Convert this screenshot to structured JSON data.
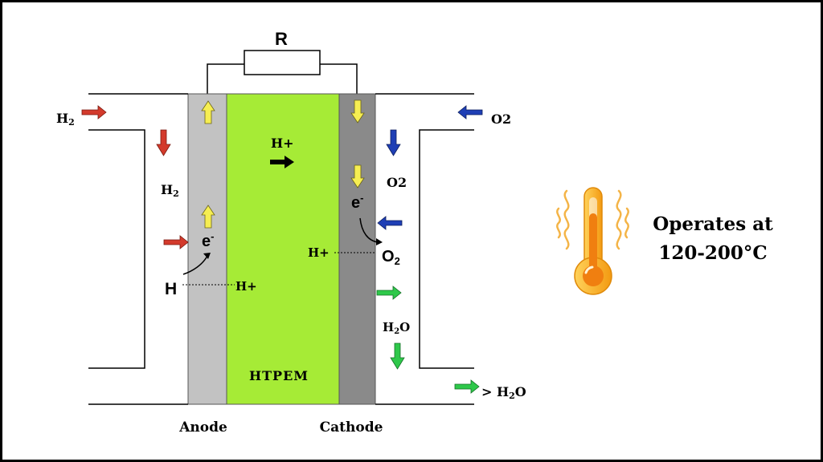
{
  "labels": {
    "resistor": "R",
    "h2_inlet": "H",
    "h2_inlet_sub": "2",
    "h2_channel": "H",
    "h2_channel_sub": "2",
    "o2_inlet": "O2",
    "o2_channel": "O2",
    "h_plus_membrane": "H+",
    "electron_anode": "e",
    "electron_cathode": "e",
    "electron_sup": "-",
    "hydrogen_atom": "H",
    "h_plus_anode": "H+",
    "h_plus_cathode": "H+",
    "o2_reaction": "O",
    "o2_reaction_sub": "2",
    "h2o_channel": "H",
    "h2o_channel_sub": "2",
    "h2o_channel_end": "O",
    "h2o_outlet_prefix": "> H",
    "h2o_outlet_sub": "2",
    "h2o_outlet_end": "O",
    "membrane": "HTPEM",
    "anode": "Anode",
    "cathode": "Cathode",
    "operating_line1": "Operates at",
    "operating_line2": "120-200°C"
  },
  "colors": {
    "membrane": "#a6eb36",
    "anode": "#c2c2c2",
    "cathode": "#8a8a8a",
    "h2_arrow": "#d33a2c",
    "o2_arrow": "#1f3fb5",
    "h2o_arrow": "#2ec84a",
    "electron_arrow": "#f6ee52",
    "thermometer": "#f7a21b"
  },
  "icons": {
    "thermometer": "thermometer-icon"
  }
}
